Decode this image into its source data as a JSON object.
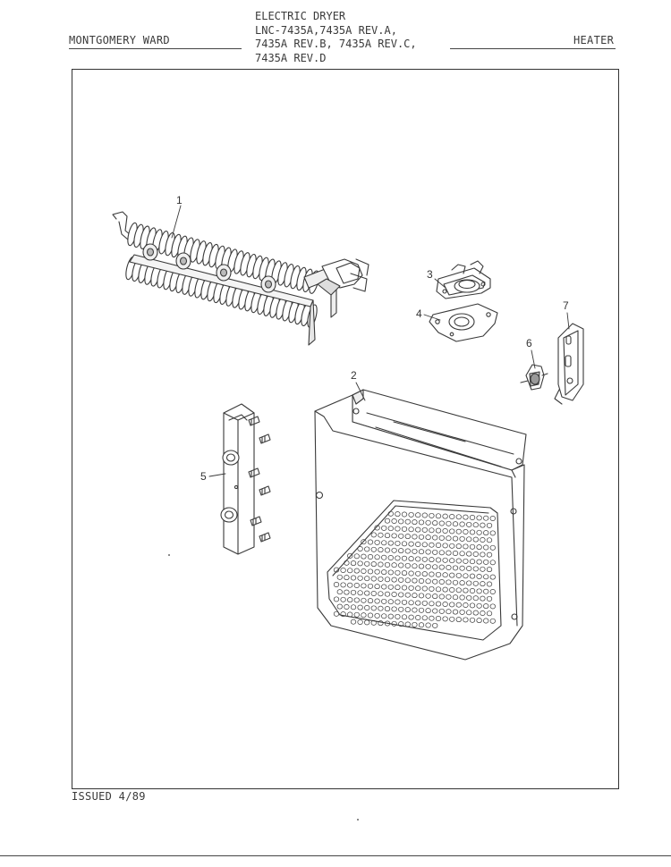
{
  "header": {
    "brand": "MONTGOMERY WARD",
    "title_lines": [
      "ELECTRIC DRYER",
      "LNC-7435A,7435A REV.A,",
      "7435A REV.B, 7435A REV.C,",
      "7435A REV.D"
    ],
    "section": "HEATER"
  },
  "footer": {
    "issued": "ISSUED 4/89"
  },
  "parts": [
    {
      "callout": "1",
      "icon": "heating-element-coil-icon"
    },
    {
      "callout": "2",
      "icon": "heater-housing-icon"
    },
    {
      "callout": "3",
      "icon": "thermostat-icon"
    },
    {
      "callout": "4",
      "icon": "thermostat-gasket-icon"
    },
    {
      "callout": "5",
      "icon": "terminal-block-icon"
    },
    {
      "callout": "6",
      "icon": "thermal-fuse-icon"
    },
    {
      "callout": "7",
      "icon": "fuse-bracket-icon"
    }
  ]
}
